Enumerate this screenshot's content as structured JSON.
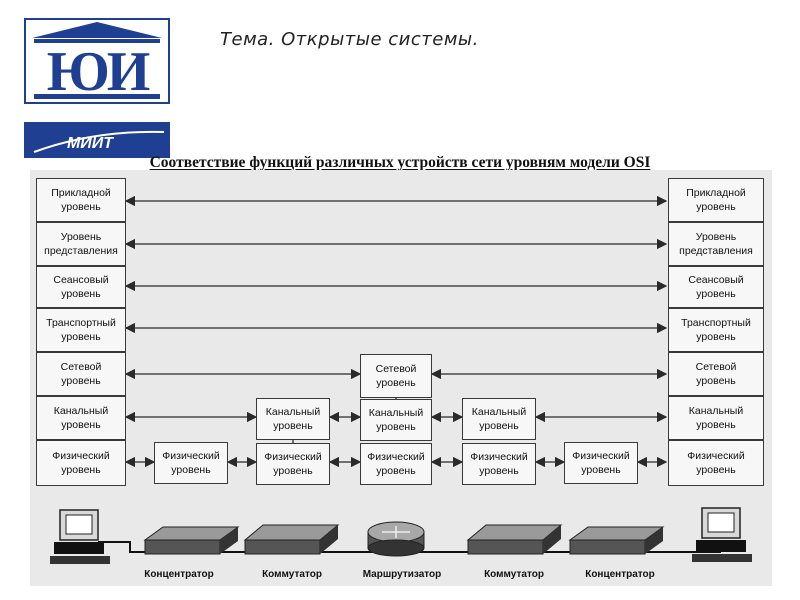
{
  "header": {
    "theme": "Тема. Открытые системы.",
    "logo_letters": "ЮИ",
    "logo_bottom_text": "МИИТ"
  },
  "figure": {
    "title": "Соответствие функций различных устройств сети уровням модели OSI",
    "left_stack": {
      "application": "Прикладной\nуровень",
      "presentation": "Уровень\nпредставления",
      "session": "Сеансовый\nуровень",
      "transport": "Транспортный\nуровень",
      "network": "Сетевой\nуровень",
      "datalink": "Канальный\nуровень",
      "physical": "Физический\nуровень"
    },
    "right_stack": {
      "application": "Прикладной\nуровень",
      "presentation": "Уровень\nпредставления",
      "session": "Сеансовый\nуровень",
      "transport": "Транспортный\nуровень",
      "network": "Сетевой\nуровень",
      "datalink": "Канальный\nуровень",
      "physical": "Физический\nуровень"
    },
    "hub1": {
      "physical": "Физический\nуровень"
    },
    "switch1": {
      "datalink": "Канальный\nуровень",
      "physical": "Физический\nуровень"
    },
    "router": {
      "network": "Сетевой\nуровень",
      "datalink": "Канальный\nуровень",
      "physical": "Физический\nуровень"
    },
    "switch2": {
      "datalink": "Канальный\nуровень",
      "physical": "Физический\nуровень"
    },
    "hub2": {
      "physical": "Физический\nуровень"
    },
    "devices": {
      "hub1": "Концентратор",
      "switch1": "Коммутатор",
      "router": "Маршрутизатор",
      "switch2": "Коммутатор",
      "hub2": "Концентратор"
    }
  },
  "colors": {
    "logo_blue": "#1f3f93",
    "figure_bg": "#e9e9e9",
    "line": "#2a2a2a"
  }
}
